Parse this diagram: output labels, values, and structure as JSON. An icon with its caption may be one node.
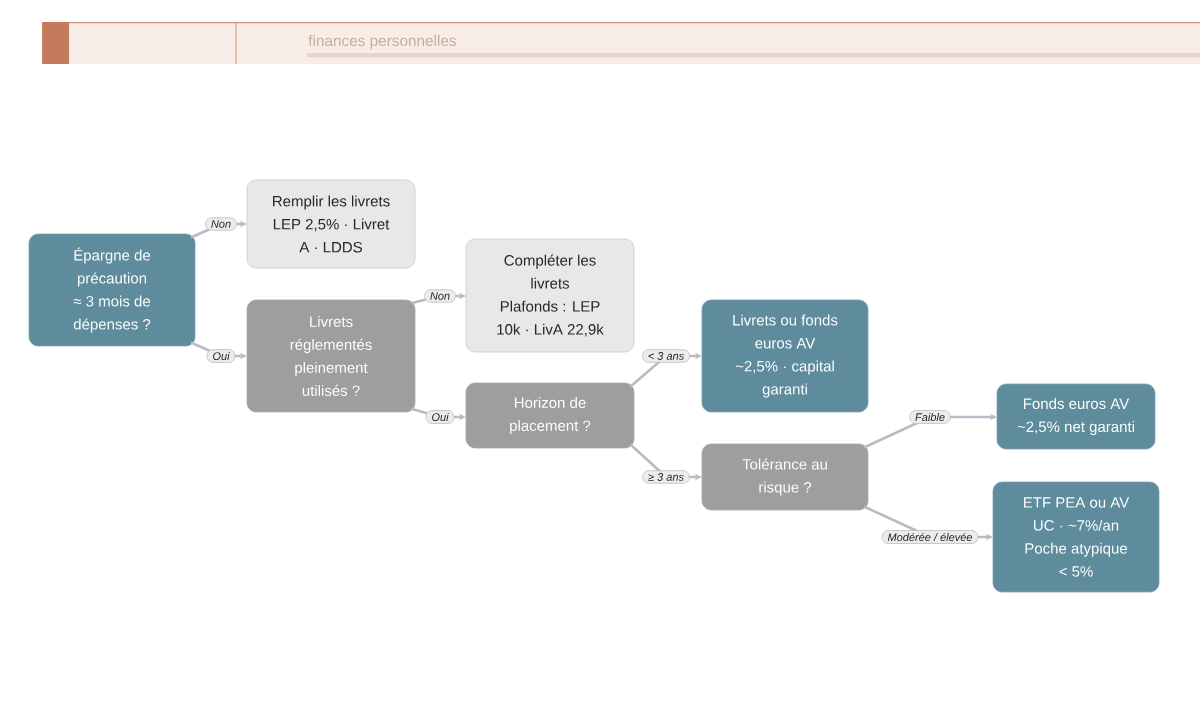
{
  "diagram": {
    "nodes": [
      {
        "text": [
          "Épargne de précaution ≈ 3 mois de dépenses ?"
        ]
      },
      {
        "text": [
          "Remplir les livrets",
          "LEP 2,5% · Livret A · LDDS"
        ]
      },
      {
        "text": [
          "Livrets réglementés pleinement utilisés ?"
        ]
      },
      {
        "text": [
          "Compléter les livrets",
          "Plafonds : LEP 10k · LivA 22,9k"
        ]
      },
      {
        "text": [
          "Horizon de placement ?"
        ]
      },
      {
        "text": [
          "Livrets ou fonds euros AV",
          "~2,5% · capital garanti"
        ]
      },
      {
        "text": [
          "Tolérance au risque ?"
        ]
      },
      {
        "text": [
          "Fonds euros AV",
          "~2,5% net garanti"
        ]
      },
      {
        "text": [
          "ETF PEA ou AV UC · ~7%/an",
          "Poche atypique < 5%"
        ]
      }
    ],
    "edges": [
      {
        "from": 0,
        "to": 1,
        "arrow": "to",
        "label": "Non"
      },
      {
        "from": 0,
        "to": 2,
        "arrow": "to",
        "label": "Oui"
      },
      {
        "from": 2,
        "to": 3,
        "arrow": "to",
        "label": "Non"
      },
      {
        "from": 2,
        "to": 4,
        "arrow": "to",
        "label": "Oui"
      },
      {
        "from": 4,
        "to": 5,
        "arrow": "to",
        "label": "< 3 ans"
      },
      {
        "from": 4,
        "to": 6,
        "arrow": "to",
        "label": "≥ 3 ans"
      },
      {
        "from": 6,
        "to": 7,
        "arrow": "to",
        "label": "Faible"
      },
      {
        "from": 6,
        "to": 8,
        "arrow": "to",
        "label": "Modérée / élevée"
      }
    ],
    "labels": [
      "finances personnelles"
    ]
  }
}
